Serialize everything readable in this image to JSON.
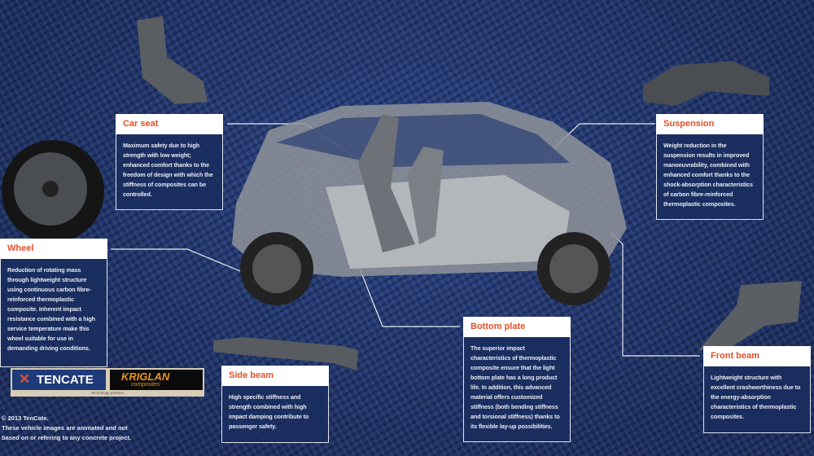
{
  "cards": {
    "car_seat": {
      "title": "Car seat",
      "text": "Maximum safety due to high strength with low weight; enhanced comfort thanks to the freedom of design with which the stiffness of composites can be controlled."
    },
    "suspension": {
      "title": "Suspension",
      "text": "Weight reduction in the suspension results in improved manoeuvrability, combined with enhanced comfort thanks to the shock-absorption characteristics of carbon fibre-reinforced thermoplastic composites."
    },
    "wheel": {
      "title": "Wheel",
      "text": "Reduction of rotating mass through lightweight structure using continuous carbon fibre-reinforced thermoplastic composite. Inherent impact resistance combined with a high service temperature make this wheel suitable for use in demanding driving conditions."
    },
    "side_beam": {
      "title": "Side beam",
      "text": "High specific stiffness and strength combined with high impact damping contribute to passenger safety."
    },
    "bottom_plate": {
      "title": "Bottom plate",
      "text": "The superior impact characteristics of thermoplastic composite ensure that the light bottom plate has a long product life. In addition, this advanced material offers customized stiffness (both bending stiffness and torsional stiffness) thanks to its flexible lay-up possibilities."
    },
    "front_beam": {
      "title": "Front beam",
      "text": "Lightweight structure with excellent crashworthiness due to the energy-absorption characteristics of thermoplastic composites."
    }
  },
  "logos": {
    "tencate": "TENCATE",
    "kriglan": "KRIGLAN",
    "kriglan_sub": "composites",
    "partners": "Technology partners"
  },
  "footer": {
    "copyright": "© 2013 TenCate.",
    "disclaimer1": "These vehicle images are animated and not",
    "disclaimer2": "based on or refering to any concrete project."
  },
  "colors": {
    "accent": "#e4502a",
    "background": "#22386e"
  }
}
